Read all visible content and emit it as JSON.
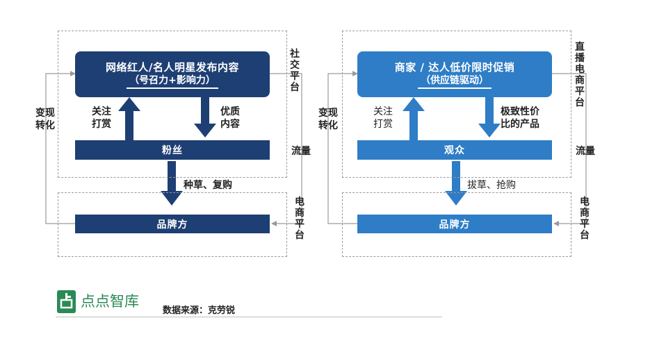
{
  "left": {
    "header_line1": "网络红人/名人明星发布内容",
    "header_line2": "（号召力+影响力）",
    "up_label": [
      "关注",
      "打赏"
    ],
    "down_label": [
      "优质",
      "内容"
    ],
    "audience": "粉丝",
    "middle_label": "种草、复购",
    "brand": "品牌方",
    "side_left": "变现转化",
    "side_top": "社交平台",
    "side_mid": "流量",
    "side_bottom": "电商平台"
  },
  "right": {
    "header_line1": "商家 / 达人低价限时促销",
    "header_line2": "（供应链驱动）",
    "up_label": [
      "关注",
      "打赏"
    ],
    "down_label": [
      "极致性价",
      "比的产品"
    ],
    "audience": "观众",
    "middle_label": "拔草、抢购",
    "brand": "品牌方",
    "side_left": "变现转化",
    "side_top": "直播电商平台",
    "side_mid": "流量",
    "side_bottom": "电商平台"
  },
  "footer": {
    "logo_text": "点点智库",
    "source": "数据来源：克劳锐"
  },
  "colors": {
    "left_fill": "#1e3f73",
    "right_fill": "#2e7dc6",
    "logo": "#2a8a55"
  }
}
